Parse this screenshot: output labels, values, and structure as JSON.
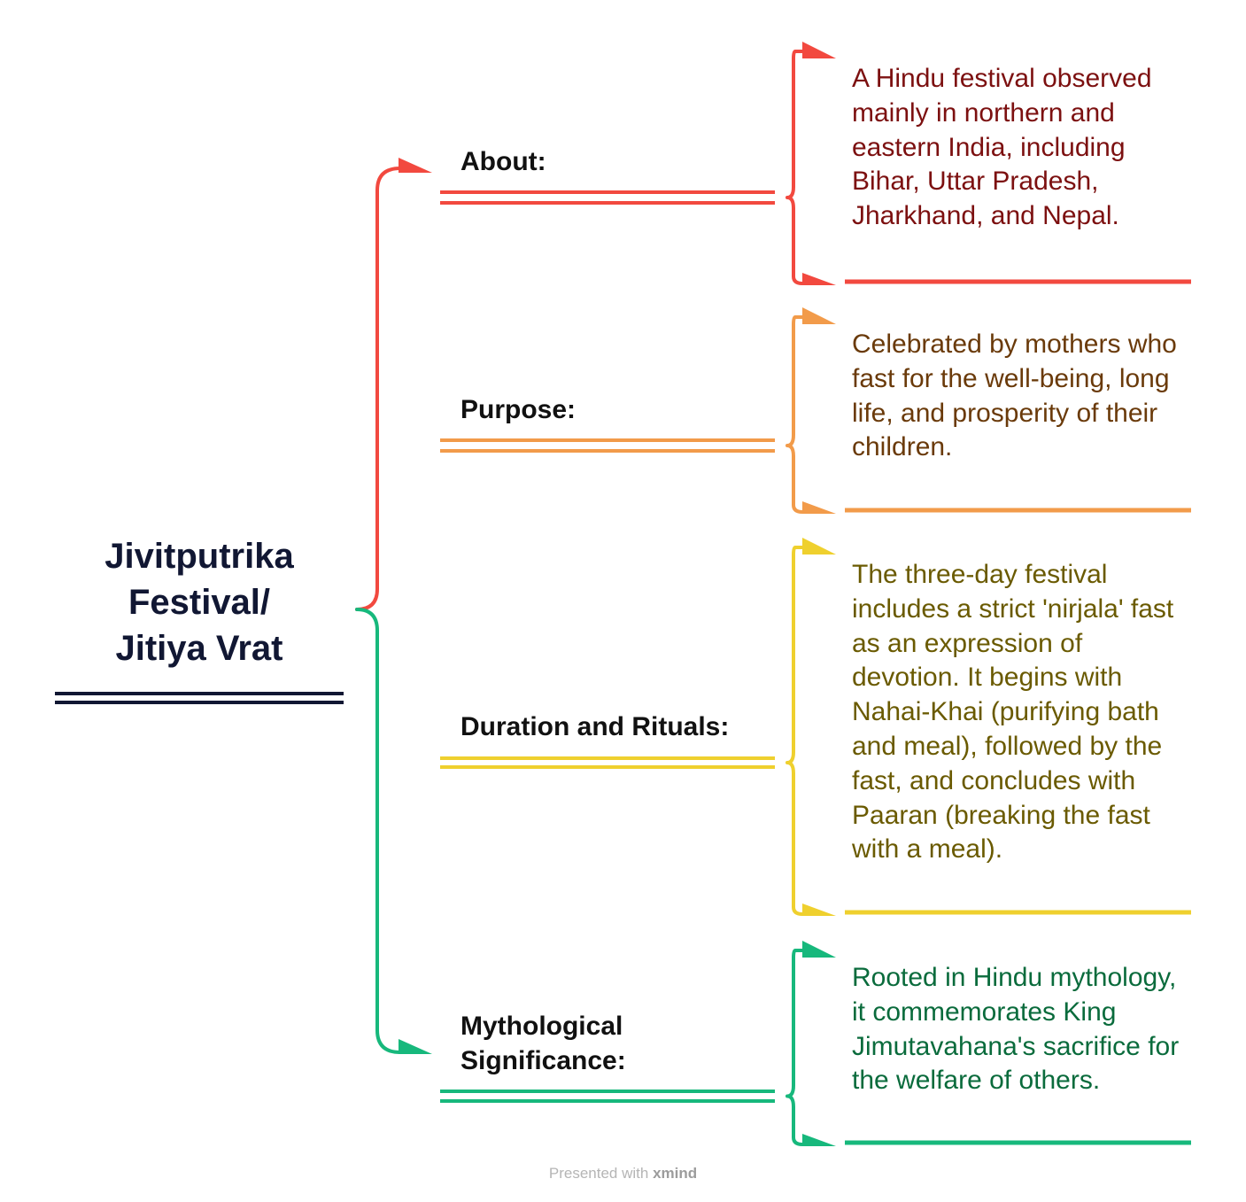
{
  "central": {
    "lines": [
      "Jivitputrika",
      "Festival/",
      "Jitiya Vrat"
    ],
    "text_color": "#111733",
    "underline_color": "#111733"
  },
  "branches": [
    {
      "label": "About:",
      "color": "#f2493f",
      "text_color": "#7c1010",
      "detail": "A Hindu festival observed mainly in northern and eastern India, including Bihar, Uttar Pradesh, Jharkhand, and Nepal."
    },
    {
      "label": "Purpose:",
      "color": "#f29b4a",
      "text_color": "#6a3a0a",
      "detail": "Celebrated by mothers who fast for the well-being, long life, and prosperity of their children."
    },
    {
      "label": "Duration and Rituals:",
      "color": "#efd02e",
      "text_color": "#6a5a00",
      "detail": "The three-day festival includes a strict 'nirjala' fast as an expression of devotion. It begins with Nahai-Khai (purifying bath and meal), followed by the fast, and concludes with Paaran (breaking the fast with a meal)."
    },
    {
      "label": "Mythological Significance:",
      "color": "#17b87c",
      "text_color": "#0a6b3c",
      "detail": "Rooted in Hindu mythology, it commemorates King Jimutavahana's sacrifice for the welfare of others."
    }
  ],
  "footer": {
    "prefix": "Presented with",
    "brand": "xmind"
  }
}
